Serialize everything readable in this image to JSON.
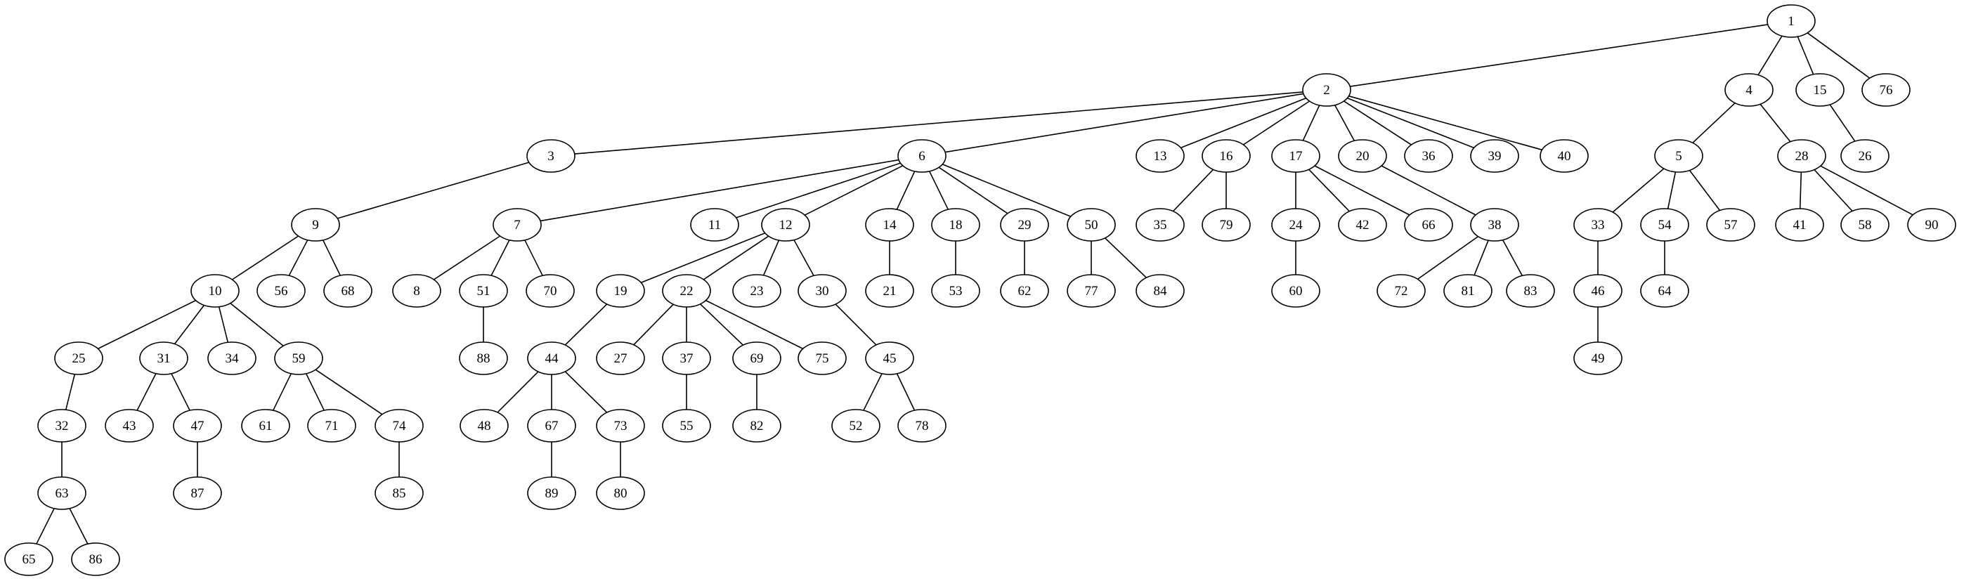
{
  "diagram": {
    "type": "tree",
    "root": "1",
    "nodes": [
      "1",
      "2",
      "4",
      "15",
      "76",
      "3",
      "6",
      "13",
      "16",
      "17",
      "20",
      "36",
      "39",
      "40",
      "5",
      "28",
      "26",
      "9",
      "7",
      "11",
      "12",
      "14",
      "18",
      "29",
      "50",
      "35",
      "79",
      "24",
      "42",
      "66",
      "38",
      "33",
      "54",
      "57",
      "41",
      "58",
      "90",
      "10",
      "56",
      "68",
      "8",
      "51",
      "70",
      "19",
      "22",
      "23",
      "30",
      "21",
      "53",
      "62",
      "77",
      "84",
      "60",
      "72",
      "81",
      "83",
      "46",
      "64",
      "25",
      "31",
      "34",
      "59",
      "88",
      "44",
      "27",
      "37",
      "69",
      "75",
      "45",
      "49",
      "32",
      "43",
      "47",
      "61",
      "71",
      "74",
      "48",
      "67",
      "73",
      "55",
      "82",
      "52",
      "78",
      "63",
      "87",
      "85",
      "89",
      "80",
      "65",
      "86"
    ],
    "edges": [
      [
        "1",
        "2"
      ],
      [
        "1",
        "4"
      ],
      [
        "1",
        "15"
      ],
      [
        "1",
        "76"
      ],
      [
        "2",
        "3"
      ],
      [
        "2",
        "6"
      ],
      [
        "2",
        "13"
      ],
      [
        "2",
        "16"
      ],
      [
        "2",
        "17"
      ],
      [
        "2",
        "20"
      ],
      [
        "2",
        "36"
      ],
      [
        "2",
        "39"
      ],
      [
        "2",
        "40"
      ],
      [
        "4",
        "5"
      ],
      [
        "4",
        "28"
      ],
      [
        "15",
        "26"
      ],
      [
        "3",
        "9"
      ],
      [
        "6",
        "7"
      ],
      [
        "6",
        "11"
      ],
      [
        "6",
        "12"
      ],
      [
        "6",
        "14"
      ],
      [
        "6",
        "18"
      ],
      [
        "6",
        "29"
      ],
      [
        "6",
        "50"
      ],
      [
        "16",
        "35"
      ],
      [
        "16",
        "79"
      ],
      [
        "17",
        "24"
      ],
      [
        "17",
        "42"
      ],
      [
        "17",
        "66"
      ],
      [
        "20",
        "38"
      ],
      [
        "5",
        "33"
      ],
      [
        "5",
        "54"
      ],
      [
        "5",
        "57"
      ],
      [
        "28",
        "41"
      ],
      [
        "28",
        "58"
      ],
      [
        "28",
        "90"
      ],
      [
        "9",
        "10"
      ],
      [
        "9",
        "56"
      ],
      [
        "9",
        "68"
      ],
      [
        "7",
        "8"
      ],
      [
        "7",
        "51"
      ],
      [
        "7",
        "70"
      ],
      [
        "12",
        "19"
      ],
      [
        "12",
        "22"
      ],
      [
        "12",
        "23"
      ],
      [
        "12",
        "30"
      ],
      [
        "14",
        "21"
      ],
      [
        "18",
        "53"
      ],
      [
        "29",
        "62"
      ],
      [
        "50",
        "77"
      ],
      [
        "50",
        "84"
      ],
      [
        "24",
        "60"
      ],
      [
        "38",
        "72"
      ],
      [
        "38",
        "81"
      ],
      [
        "38",
        "83"
      ],
      [
        "33",
        "46"
      ],
      [
        "54",
        "64"
      ],
      [
        "10",
        "25"
      ],
      [
        "10",
        "31"
      ],
      [
        "10",
        "34"
      ],
      [
        "10",
        "59"
      ],
      [
        "51",
        "88"
      ],
      [
        "19",
        "44"
      ],
      [
        "22",
        "27"
      ],
      [
        "22",
        "37"
      ],
      [
        "22",
        "69"
      ],
      [
        "22",
        "75"
      ],
      [
        "30",
        "45"
      ],
      [
        "46",
        "49"
      ],
      [
        "25",
        "32"
      ],
      [
        "31",
        "43"
      ],
      [
        "31",
        "47"
      ],
      [
        "59",
        "61"
      ],
      [
        "59",
        "71"
      ],
      [
        "59",
        "74"
      ],
      [
        "44",
        "48"
      ],
      [
        "44",
        "67"
      ],
      [
        "44",
        "73"
      ],
      [
        "37",
        "55"
      ],
      [
        "69",
        "82"
      ],
      [
        "45",
        "52"
      ],
      [
        "45",
        "78"
      ],
      [
        "32",
        "63"
      ],
      [
        "47",
        "87"
      ],
      [
        "74",
        "85"
      ],
      [
        "67",
        "89"
      ],
      [
        "73",
        "80"
      ],
      [
        "63",
        "65"
      ],
      [
        "63",
        "86"
      ]
    ]
  }
}
